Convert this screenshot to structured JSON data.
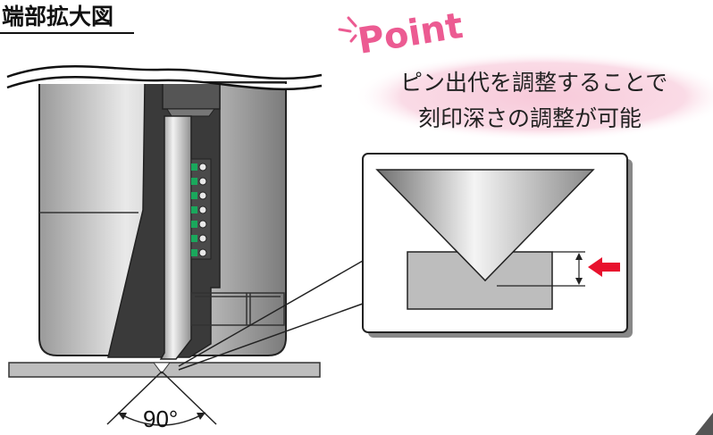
{
  "heading": "端部拡大図",
  "point": {
    "label": "Point",
    "callout_lines": [
      "ピン出代を調整することで",
      "刻印深さの調整が可能"
    ]
  },
  "angle_label": "90°",
  "colors": {
    "point_pink": "#ec5b92",
    "callout_bg": "#f9d6e2",
    "arrow_red": "#e8112d",
    "green_dots": "#1aa85c"
  }
}
